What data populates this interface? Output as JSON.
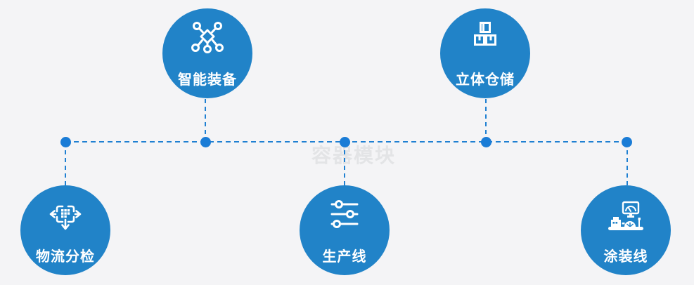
{
  "watermark": {
    "text": "容器模块"
  },
  "colors": {
    "background": "#f4f4f6",
    "node_fill": "#2183c8",
    "connector": "#1f80d2",
    "junction_dot": "#1a7cd6",
    "label_text": "#ffffff",
    "watermark_text": "#e3e4e6"
  },
  "nodes": [
    {
      "label": "智能装备",
      "icon": "network-nodes-icon",
      "position": "top-left"
    },
    {
      "label": "立体仓储",
      "icon": "stacked-boxes-icon",
      "position": "top-right"
    },
    {
      "label": "物流分检",
      "icon": "move-distribute-icon",
      "position": "bottom-left"
    },
    {
      "label": "生产线",
      "icon": "sliders-icon",
      "position": "bottom-center"
    },
    {
      "label": "涂装线",
      "icon": "machine-monitor-icon",
      "position": "bottom-right"
    }
  ]
}
